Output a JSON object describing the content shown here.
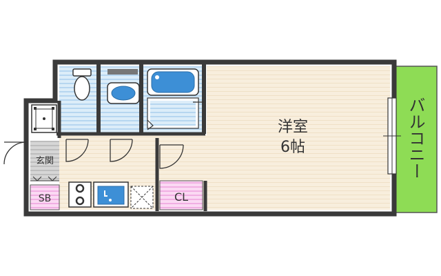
{
  "rooms": {
    "western_room": {
      "name": "洋室",
      "size": "6帖"
    },
    "balcony": {
      "name": "バルコニー"
    },
    "entrance": {
      "name": "玄関"
    },
    "shoe_box": {
      "name": "SB"
    },
    "closet": {
      "name": "CL"
    }
  },
  "colors": {
    "wall": "#3a3a3a",
    "floor": "#f7ecd9",
    "balcony": "#8edc55",
    "wet_area": "#d7ebf8",
    "fixture_blue": "#3d8fd6",
    "storage": "#f6c6ee",
    "entrance_tile": "#c8c8c8"
  }
}
